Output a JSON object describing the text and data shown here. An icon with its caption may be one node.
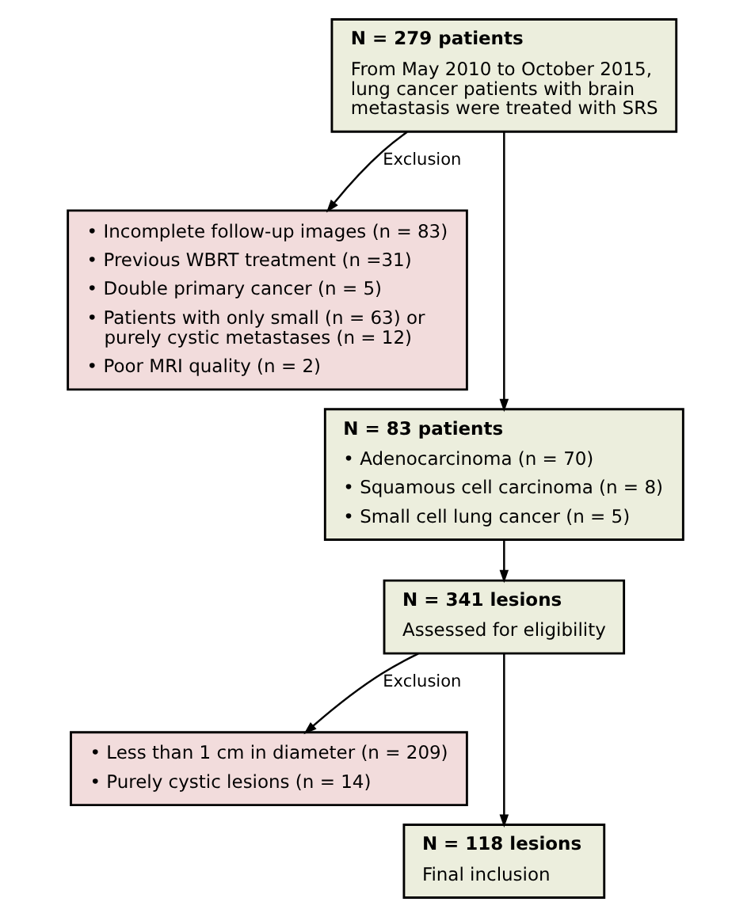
{
  "diagram": {
    "nodes": [
      {
        "text": [
          "N = 279 patients",
          "From May 2010 to October 2015, lung cancer patients with brain metastasis were treated with SRS"
        ]
      },
      {
        "text": [
          "• Incomplete follow-up images (n = 83)",
          "• Previous WBRT treatment (n =31)",
          "• Double primary cancer (n = 5)",
          "• Patients with only small (n = 63) or purely cystic metastases (n = 12)",
          "• Poor MRI quality (n = 2)"
        ]
      },
      {
        "text": [
          "N = 83 patients",
          "• Adenocarcinoma (n = 70)",
          "• Squamous cell carcinoma (n = 8)",
          "• Small cell lung cancer (n = 5)"
        ]
      },
      {
        "text": [
          "N = 341 lesions",
          "Assessed for eligibility"
        ]
      },
      {
        "text": [
          "• Less than 1 cm in diameter (n = 209)",
          "• Purely cystic lesions (n = 14)"
        ]
      },
      {
        "text": [
          "N = 118 lesions",
          "Final inclusion"
        ]
      }
    ],
    "edges": [
      {
        "from": 0,
        "to": 2,
        "arrow": "to"
      },
      {
        "from": 0,
        "to": 1,
        "arrow": "to",
        "label": "Exclusion"
      },
      {
        "from": 2,
        "to": 3,
        "arrow": "to"
      },
      {
        "from": 3,
        "to": 5,
        "arrow": "to"
      },
      {
        "from": 3,
        "to": 4,
        "arrow": "to",
        "label": "Exclusion"
      }
    ]
  }
}
